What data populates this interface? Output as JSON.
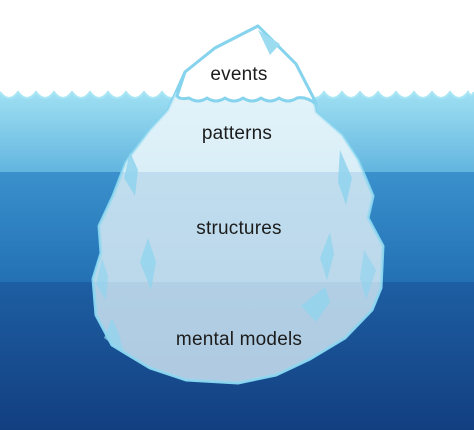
{
  "diagram": {
    "layers": [
      {
        "id": "events",
        "label": "events"
      },
      {
        "id": "patterns",
        "label": "patterns"
      },
      {
        "id": "structures",
        "label": "structures"
      },
      {
        "id": "mental-models",
        "label": "mental models"
      }
    ]
  },
  "colors": {
    "sky": "#ffffff",
    "sea_surface": "#a9e6f5",
    "sea_band_1": "#79c6e6",
    "sea_band_2": "#2f86c4",
    "sea_band_3": "#184f94",
    "ice_above_water": "#ffffff",
    "ice_underwater": "#dcebf3",
    "ice_edge": "#7fd0ec",
    "label_text": "#1c1c1c"
  }
}
